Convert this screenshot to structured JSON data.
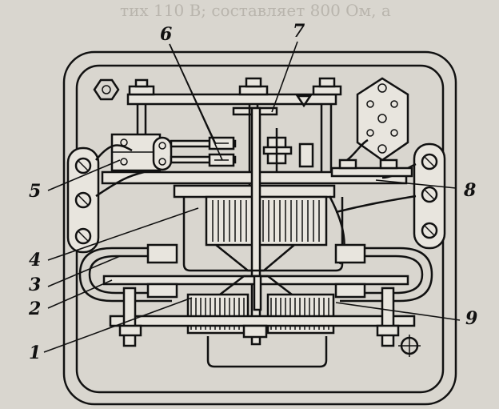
{
  "background_text": {
    "top_line": "тих 110 В; составляет 800 Ом, а"
  },
  "labels": {
    "l1": "1",
    "l2": "2",
    "l3": "3",
    "l4": "4",
    "l5": "5",
    "l6": "6",
    "l7": "7",
    "l8": "8",
    "l9": "9"
  },
  "colors": {
    "paper": "#d9d6cf",
    "ink": "#111111"
  }
}
